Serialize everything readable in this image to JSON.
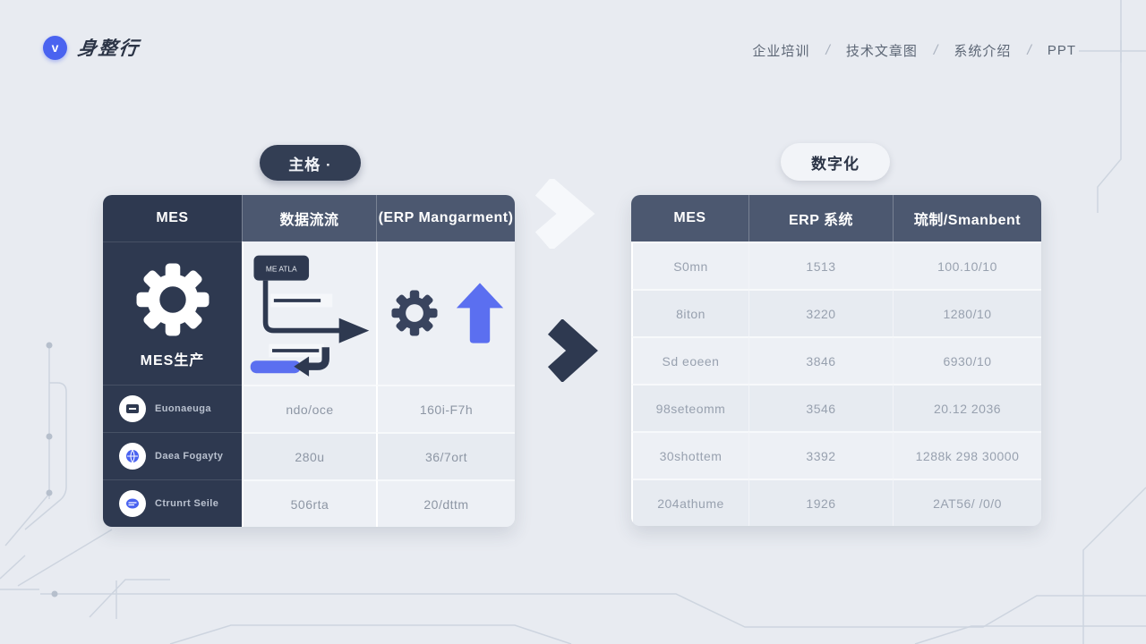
{
  "brand": {
    "logo_letter": "v",
    "logo_text": "身整行"
  },
  "nav": {
    "separator": "/",
    "items": [
      "企业培训",
      "技术文章图",
      "系统介绍",
      "PPT"
    ]
  },
  "left_panel": {
    "pill": "主格 ·",
    "table": {
      "headers": [
        "MES",
        "数据流流",
        "(ERP Mangarment)"
      ],
      "feature_label": "MES生产",
      "flow_box_text": "ME ATLA",
      "rows": [
        {
          "label": "Euonaeuga",
          "col2": "ndo/oce",
          "col3": "160i-F7h"
        },
        {
          "label": "Daea Fogayty",
          "col2": "280u",
          "col3": "36/7ort"
        },
        {
          "label": "Ctrunrt Seile",
          "col2": "506rta",
          "col3": "20/dttm"
        }
      ]
    }
  },
  "right_panel": {
    "pill": "数字化",
    "table": {
      "headers": [
        "MES",
        "ERP 系统",
        "琉制/Smanbent"
      ],
      "rows": [
        [
          "S0mn",
          "1513",
          "100.10/10"
        ],
        [
          "8iton",
          "3220",
          "1280/10"
        ],
        [
          "Sd eoeen",
          "3846",
          "6930/10"
        ],
        [
          "98seteomm",
          "3546",
          "20.12 2036"
        ],
        [
          "30shottem",
          "3392",
          "1288k 298 30000"
        ],
        [
          "204athume",
          "1926",
          "2AT56/ /0/0"
        ]
      ]
    }
  },
  "colors": {
    "background": "#e8ebf1",
    "navy_dark": "#2e3950",
    "navy_header": "#4c5870",
    "accent_blue": "#5b6ff0",
    "logo_blue": "#4a63f0",
    "value_text": "#98a1af"
  }
}
